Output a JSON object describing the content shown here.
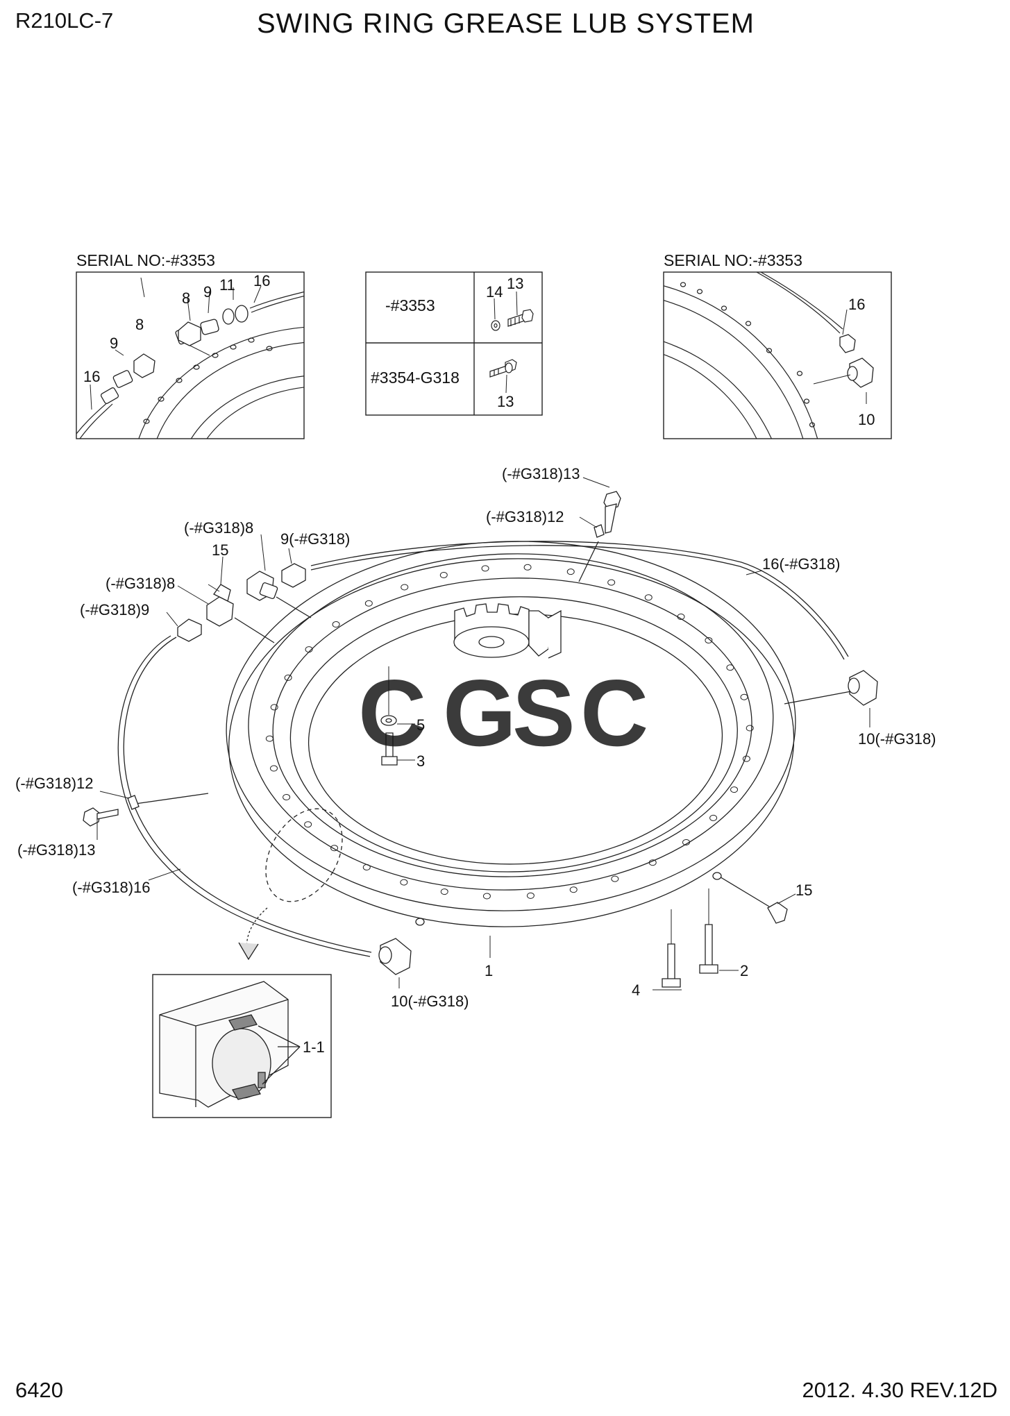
{
  "header": {
    "model": "R210LC-7",
    "title": "SWING RING GREASE LUB SYSTEM"
  },
  "footer": {
    "page_number": "6420",
    "revision": "2012. 4.30  REV.12D"
  },
  "inset_left": {
    "serial": "SERIAL NO:-#3353",
    "callouts": [
      "8",
      "9",
      "11",
      "16",
      "9",
      "8",
      "16"
    ]
  },
  "inset_table": {
    "rows": [
      {
        "range": "-#3353",
        "parts": [
          "14",
          "13"
        ]
      },
      {
        "range": "#3354-G318",
        "parts": [
          "13"
        ]
      }
    ]
  },
  "inset_right": {
    "serial": "SERIAL NO:-#3353",
    "callouts": [
      "16",
      "10"
    ]
  },
  "main_callouts": {
    "c13_top": "(-#G318)13",
    "c12_top": "(-#G318)12",
    "c8_upper": "(-#G318)8",
    "c15_upper": "15",
    "c9_upper": "9(-#G318)",
    "c16_right": "16(-#G318)",
    "c8_left": "(-#G318)8",
    "c9_left": "(-#G318)9",
    "c5": "5",
    "c3": "3",
    "c10_right": "10(-#G318)",
    "c12_left": "(-#G318)12",
    "c13_left": "(-#G318)13",
    "c16_left": "(-#G318)16",
    "c15_right": "15",
    "c1": "1",
    "c2": "2",
    "c4": "4",
    "c10_bottom": "10(-#G318)",
    "c1_1": "1-1"
  },
  "watermark": {
    "letters": [
      "C",
      "G",
      "S",
      "C"
    ],
    "colors": [
      "#4f8fe8",
      "#ef6b6b",
      "#f4cf4a",
      "#3fae7a"
    ]
  }
}
